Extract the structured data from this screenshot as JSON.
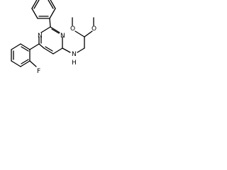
{
  "structure": {
    "atom_labels": {
      "n_pyridine": "N",
      "n_pyrimidine_1": "N",
      "n_pyrimidine_2": "N",
      "n_amine": "N",
      "h_amine": "H",
      "o_methoxy_1": "O",
      "o_methoxy_2": "O",
      "f_fluoro": "F"
    }
  }
}
